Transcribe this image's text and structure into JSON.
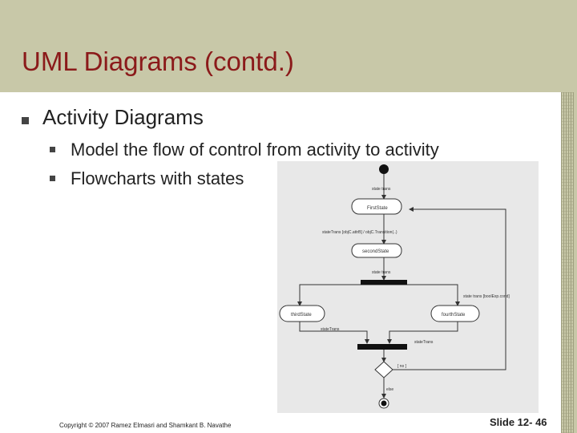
{
  "slide": {
    "title": "UML Diagrams (contd.)",
    "bullet1": "Activity Diagrams",
    "sub_bullets": [
      "Model the flow of control from activity to activity",
      "Flowcharts with states"
    ],
    "footer": "Copyright © 2007 Ramez Elmasri and Shamkant B. Navathe",
    "slide_number": "Slide 12- 46"
  },
  "diagram": {
    "labels": {
      "trans1": "state trans",
      "state1": "FirstState",
      "trans2": "stateTrans [objC.attrB] / objC.Transition(..)",
      "state2": "secondState",
      "trans3": "state trans",
      "trans4": "state trans [boolExp.cond]",
      "state3": "thirdState",
      "state4": "fourthState",
      "trans5": "stateTrans",
      "trans6": "stateTrans",
      "trans7": "[ no ]",
      "trans8": "else"
    }
  },
  "colors": {
    "header_bg": "#c8c8a8",
    "title": "#8b1a1a",
    "diagram_bg": "#e8e8e8"
  }
}
